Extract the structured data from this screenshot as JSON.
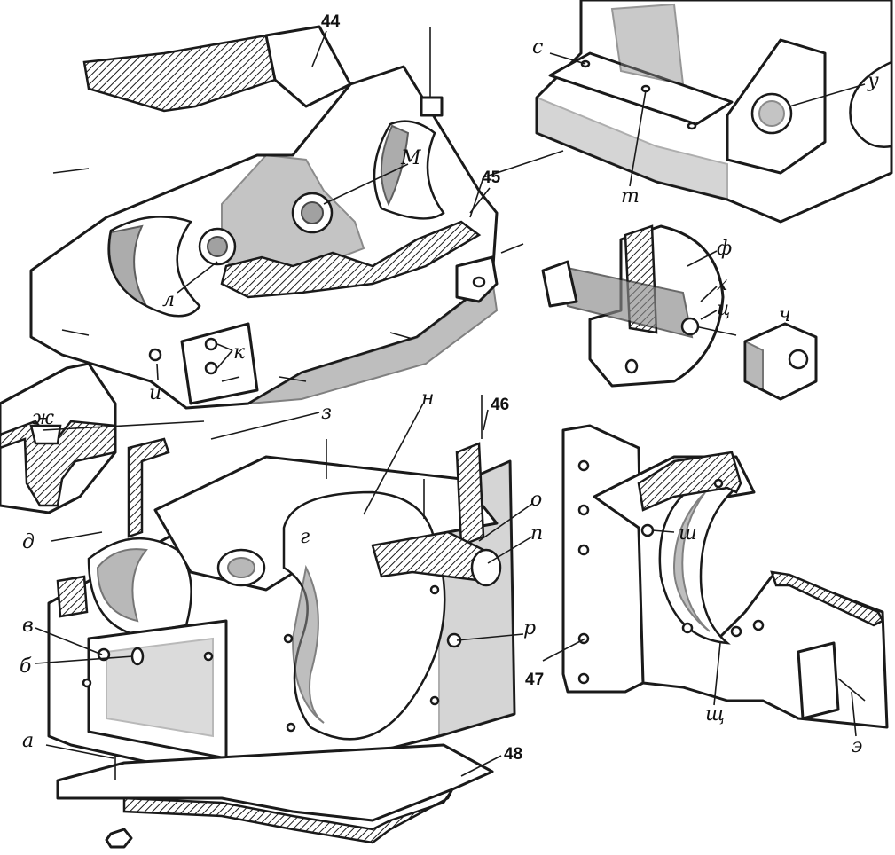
{
  "labels": {
    "p44": "44",
    "p45": "45",
    "p46": "46",
    "p47": "47",
    "p48": "48",
    "m": "М",
    "l": "л",
    "k": "к",
    "i": "и",
    "zh": "ж",
    "z": "з",
    "n": "н",
    "g": "г",
    "d": "д",
    "o": "о",
    "p": "п",
    "r": "р",
    "v": "в",
    "b": "б",
    "a": "а",
    "s": "с",
    "t": "т",
    "u": "у",
    "f": "ф",
    "kh": "х",
    "ts": "ц",
    "ch": "ч",
    "sh": "ш",
    "shch": "щ",
    "e": "э"
  }
}
